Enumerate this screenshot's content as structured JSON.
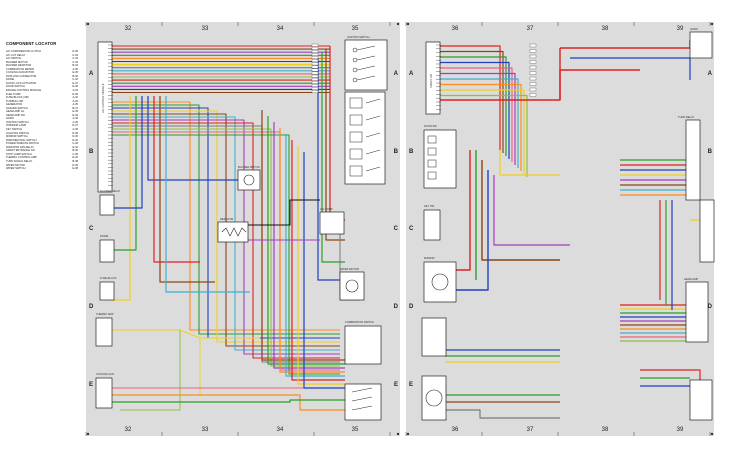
{
  "legend": {
    "title": "COMPONENT LOCATOR",
    "rows": [
      [
        "A/C COMPRESSOR CLUTCH",
        "D-35"
      ],
      [
        "A/C CUT RELAY",
        "C-33"
      ],
      [
        "A/C SWITCH",
        "C-34"
      ],
      [
        "BLOWER MOTOR",
        "C-34"
      ],
      [
        "BLOWER RESISTOR",
        "B-34"
      ],
      [
        "COMBINATION METER",
        "A-36"
      ],
      [
        "COOLING FAN MOTOR",
        "E-35"
      ],
      [
        "DATA LINK CONNECTOR",
        "B-36"
      ],
      [
        "DIODE",
        "C-32"
      ],
      [
        "DOOR LOCK ACTUATOR",
        "E-37"
      ],
      [
        "DOOR SWITCH",
        "E-36"
      ],
      [
        "ENGINE CONTROL MODULE",
        "A-33"
      ],
      [
        "FUEL PUMP",
        "D-36"
      ],
      [
        "FUSE BLOCK (J/B)",
        "A-32"
      ],
      [
        "FUSIBLE LINK",
        "A-32"
      ],
      [
        "GENERATOR",
        "A-35"
      ],
      [
        "HAZARD SWITCH",
        "B-37"
      ],
      [
        "HEADLAMP LH",
        "E-39"
      ],
      [
        "HEADLAMP RH",
        "E-39"
      ],
      [
        "HORN",
        "A-39"
      ],
      [
        "IGNITION SWITCH",
        "A-35"
      ],
      [
        "INTERIOR LAMP",
        "D-37"
      ],
      [
        "KEY SWITCH",
        "A-36"
      ],
      [
        "LIGHTING SWITCH",
        "D-39"
      ],
      [
        "MIRROR SWITCH",
        "D-36"
      ],
      [
        "PARK/NEUTRAL SWITCH",
        "D-32"
      ],
      [
        "POWER WINDOW SWITCH",
        "C-36"
      ],
      [
        "RADIATOR FAN RELAY",
        "E-32"
      ],
      [
        "SMART ENTRANCE C/U",
        "B-39"
      ],
      [
        "STOP LAMP SWITCH",
        "C-38"
      ],
      [
        "THERMO CONTROL AMP",
        "D-32"
      ],
      [
        "TURN SIGNAL RELAY",
        "B-38"
      ],
      [
        "WIPER MOTOR",
        "D-35"
      ],
      [
        "WIPER SWITCH",
        "E-38"
      ]
    ]
  },
  "frame": {
    "columns": [
      "32",
      "33",
      "34",
      "35",
      "36",
      "37",
      "38",
      "39"
    ],
    "rows": [
      "A",
      "B",
      "C",
      "D",
      "E"
    ]
  },
  "labels": {
    "center_module": "A/C CONTROL MODULE",
    "right_module": "SMART C/U",
    "relay_left": "BLOWER RELAY",
    "resistor": "RESISTOR",
    "blower_motor": "BLOWER MOTOR",
    "thermo": "THERMO AMP",
    "diode": "DIODE",
    "fuse_block": "FUSE BLOCK",
    "comb_switch": "COMBINATION SWITCH",
    "wiper_motor": "WIPER MOTOR",
    "headlamp": "HEADLAMP",
    "horn": "HORN",
    "door_sw": "DOOR SW",
    "ignition": "IGNITION SWITCH",
    "compressor": "A/C COMP",
    "cooling_fan": "COOLING FAN",
    "turn_relay": "TURN RELAY",
    "key_sw": "KEY SW",
    "mirror": "MIRROR"
  },
  "colors": {
    "background": "#ffffff",
    "panel": "#dcdcdc",
    "wires": [
      "#e02020",
      "#2aa02a",
      "#f0d020",
      "#2040c0",
      "#8b4513",
      "#a040c0",
      "#ff8c1a",
      "#7a7a7a",
      "#40b0d0",
      "#111111",
      "#f06080",
      "#90c040"
    ]
  }
}
